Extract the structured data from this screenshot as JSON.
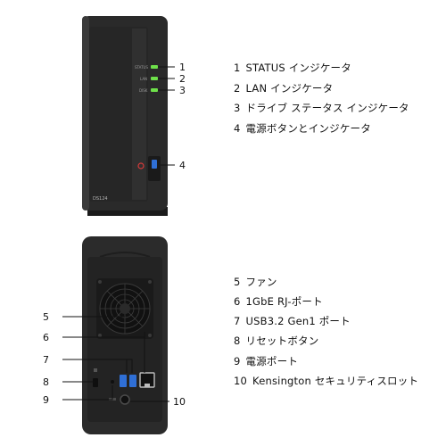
{
  "front": {
    "model": "DS124",
    "led_labels": [
      "STATUS",
      "LAN",
      "DISK"
    ],
    "callouts": [
      "1",
      "2",
      "3",
      "4"
    ]
  },
  "rear": {
    "callouts": [
      "5",
      "6",
      "7",
      "8",
      "9",
      "10"
    ]
  },
  "legend_front": [
    {
      "num": "1",
      "text": "STATUS インジケータ"
    },
    {
      "num": "2",
      "text": "LAN インジケータ"
    },
    {
      "num": "3",
      "text": "ドライブ ステータス インジケータ"
    },
    {
      "num": "4",
      "text": "電源ボタンとインジケータ"
    }
  ],
  "legend_rear": [
    {
      "num": "5",
      "text": "ファン"
    },
    {
      "num": "6",
      "text": "1GbE RJ-ポート"
    },
    {
      "num": "7",
      "text": "USB3.2 Gen1 ポート"
    },
    {
      "num": "8",
      "text": "リセットボタン"
    },
    {
      "num": "9",
      "text": "電源ポート"
    },
    {
      "num": "10",
      "text": "Kensington セキュリティスロット"
    }
  ],
  "colors": {
    "chassis": "#2b2b2b",
    "chassis_dark": "#1c1c1c",
    "led": "#6ee04a",
    "power_led": "#d83a3a",
    "usb": "#2f6fd6"
  }
}
